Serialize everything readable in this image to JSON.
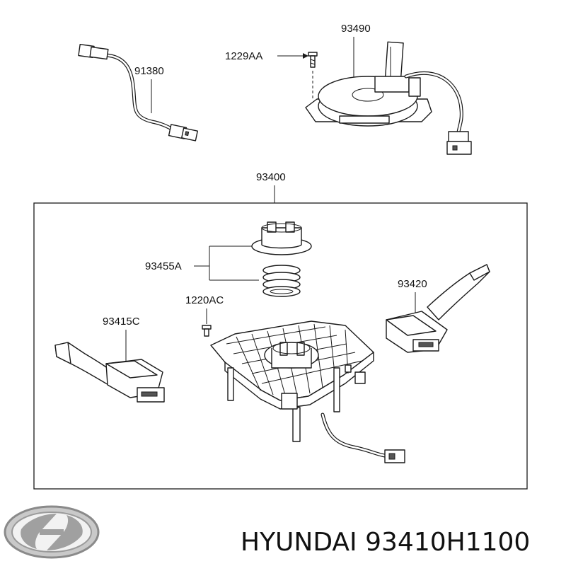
{
  "diagram": {
    "part_labels": {
      "p93490": "93490",
      "p1229AA": "1229AA",
      "p91380": "91380",
      "p93400": "93400",
      "p93455A": "93455A",
      "p93420": "93420",
      "p1220AC": "1220AC",
      "p93415C": "93415C"
    },
    "logo_brand": "HYUNDAI",
    "caption": "HYUNDAI 93410H1100"
  }
}
